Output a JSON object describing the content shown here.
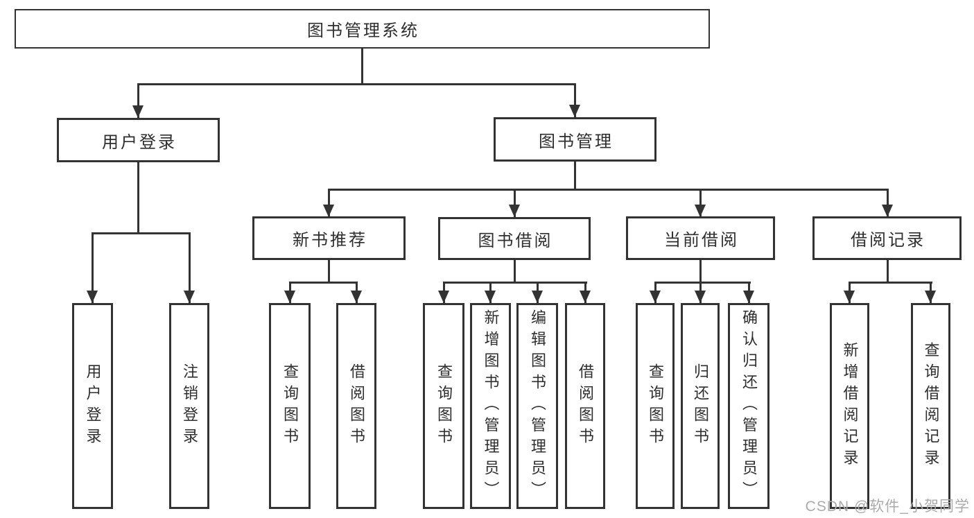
{
  "colors": {
    "line": "#333333",
    "box_background": "#ffffff",
    "text": "#2e2e2e",
    "watermark": "#ababab"
  },
  "watermark": "CSDN @软件_小贺同学",
  "tree": {
    "label": "图书管理系统",
    "children": [
      {
        "label": "用户登录",
        "children": [
          {
            "label": "用户登录"
          },
          {
            "label": "注销登录"
          }
        ]
      },
      {
        "label": "图书管理",
        "children": [
          {
            "label": "新书推荐",
            "children": [
              {
                "label": "查询图书"
              },
              {
                "label": "借阅图书"
              }
            ]
          },
          {
            "label": "图书借阅",
            "children": [
              {
                "label": "查询图书"
              },
              {
                "label": "新增图书（管理员）"
              },
              {
                "label": "编辑图书（管理员）"
              },
              {
                "label": "借阅图书"
              }
            ]
          },
          {
            "label": "当前借阅",
            "children": [
              {
                "label": "查询图书"
              },
              {
                "label": "归还图书"
              },
              {
                "label": "确认归还（管理员）"
              }
            ]
          },
          {
            "label": "借阅记录",
            "children": [
              {
                "label": "新增借阅记录"
              },
              {
                "label": "查询借阅记录"
              }
            ]
          }
        ]
      }
    ]
  }
}
